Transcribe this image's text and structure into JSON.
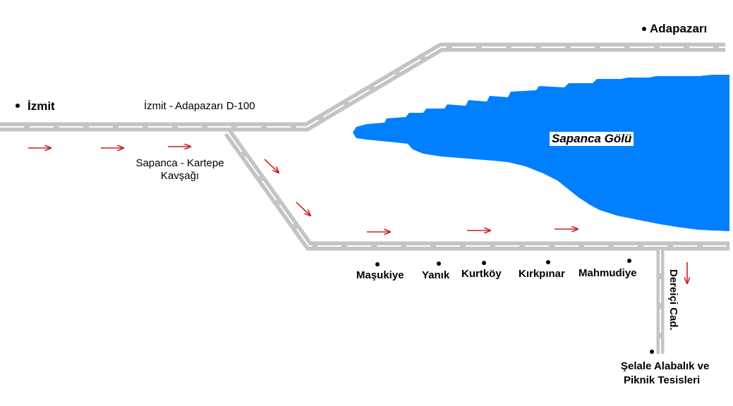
{
  "map": {
    "cities": {
      "izmit": "İzmit",
      "adapazari": "Adapazarı"
    },
    "road_name": "İzmit - Adapazarı D-100",
    "junction": {
      "line1": "Sapanca - Kartepe",
      "line2": "Kavşağı"
    },
    "lake_name": "Sapanca Gölü",
    "villages": [
      "Maşukiye",
      "Yanık",
      "Kurtköy",
      "Kırkpınar",
      "Mahmudiye"
    ],
    "side_road": "Dereiçi Cad.",
    "destination": {
      "line1": "Şelale Alabalık ve",
      "line2": "Piknik Tesisleri"
    },
    "colors": {
      "road_outer": "#c4c4c4",
      "road_center": "#ffffff",
      "lake": "#0080ff",
      "arrow": "#cc2222",
      "dot": "#000000"
    },
    "icons": [
      "right-arrow-icon",
      "down-right-arrow-icon",
      "down-arrow-icon",
      "location-dot-icon"
    ]
  }
}
